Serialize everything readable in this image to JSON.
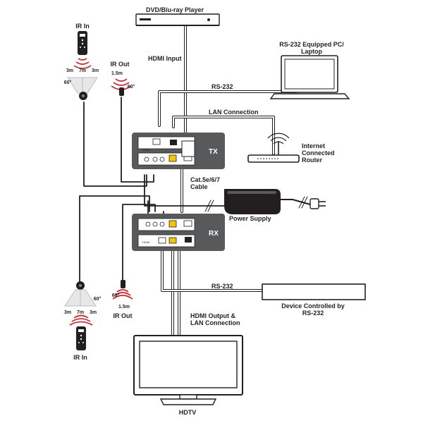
{
  "labels": {
    "dvd_player": "DVD/Blu-ray Player",
    "hdmi_input": "HDMI Input",
    "rs232_pc_line1": "RS-232 Equipped PC/",
    "rs232_pc_line2": "Laptop",
    "rs232_top": "RS-232",
    "lan_connection": "LAN Connection",
    "internet_line1": "Internet",
    "internet_line2": "Connected",
    "internet_line3": "Router",
    "cat_line1": "Cat.5e/6/7",
    "cat_line2": "Cable",
    "power_supply": "Power Supply",
    "rs232_bottom": "RS-232",
    "device_line1": "Device Controlled by",
    "device_line2": "RS-232",
    "hdmi_out_line1": "HDMI Output &",
    "hdmi_out_line2": "LAN Connection",
    "hdtv": "HDTV",
    "tx": "TX",
    "rx": "RX",
    "ir_in_top": "IR In",
    "ir_out_top": "IR Out",
    "ir_in_bottom": "IR In",
    "ir_out_bottom": "IR Out",
    "range_3m_a": "3m",
    "range_7m_a": "7m",
    "range_3m_b": "3m",
    "angle_60_a": "60°",
    "angle_60_b": "60°",
    "len_15m_a": "1.5m",
    "range_3m_c": "3m",
    "range_7m_c": "7m",
    "range_3m_d": "3m",
    "angle_60_c": "60°",
    "angle_60_d": "60°",
    "len_15m_b": "1.5m"
  },
  "colors": {
    "extender_body": "#58595b",
    "cable": "#231f20",
    "hdmi_cable": "#bcbec0",
    "ir_wave": "#d71920",
    "port_yellow": "#f7c600"
  }
}
